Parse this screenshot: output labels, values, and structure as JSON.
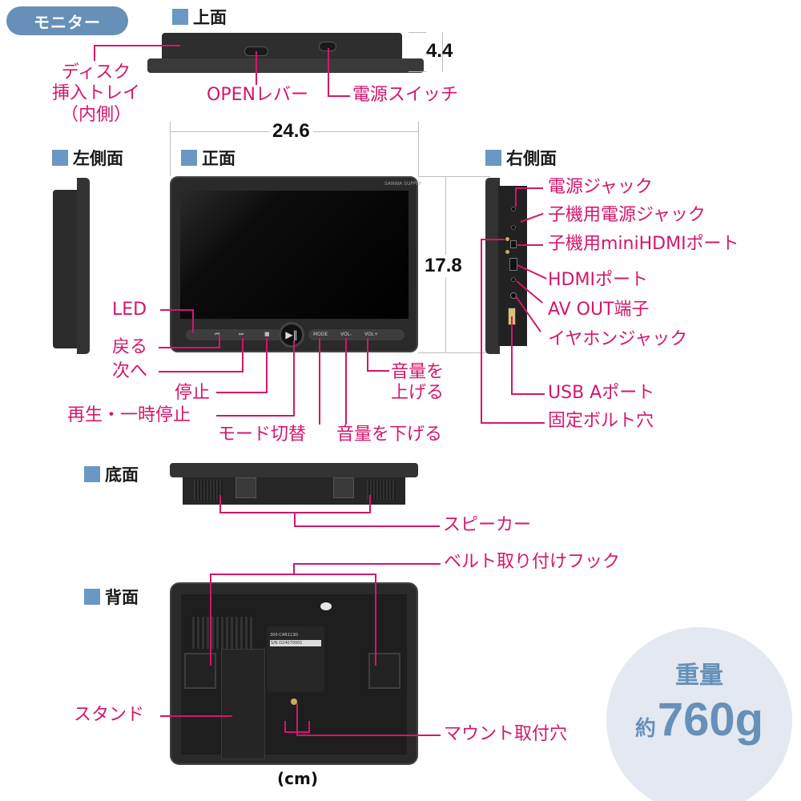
{
  "category_pill": "モニター",
  "unit": "(cm)",
  "colors": {
    "accent_pink": "#d4166c",
    "heading_blue": "#6a97c3",
    "pill_blue": "#6690b8",
    "weight_bg": "#e3e8f1"
  },
  "sections": {
    "top": "上面",
    "left_side": "左側面",
    "front": "正面",
    "right_side": "右側面",
    "bottom": "底面",
    "back": "背面"
  },
  "dimensions": {
    "width": "24.6",
    "height": "17.8",
    "depth": "4.4"
  },
  "top_labels": {
    "disc_tray_line1": "ディスク",
    "disc_tray_line2": "挿入トレイ",
    "disc_tray_line3": "（内側）",
    "open_lever": "OPENレバー",
    "power_switch": "電源スイッチ"
  },
  "front_labels": {
    "led": "LED",
    "back": "戻る",
    "next": "次へ",
    "stop": "停止",
    "play_pause": "再生・一時停止",
    "mode_switch": "モード切替",
    "vol_down": "音量を下げる",
    "vol_up_line1": "音量を",
    "vol_up_line2": "上げる"
  },
  "front_buttons": {
    "mode": "MODE",
    "vol_minus": "VOL-",
    "vol_plus": "VOL+",
    "brand": "SANWA SUPPLY"
  },
  "right_labels": {
    "power_jack": "電源ジャック",
    "sub_power_jack": "子機用電源ジャック",
    "sub_mini_hdmi": "子機用miniHDMIポート",
    "hdmi": "HDMIポート",
    "av_out": "AV OUT端子",
    "earphone": "イヤホンジャック",
    "usb_a": "USB Aポート",
    "bolt_hole": "固定ボルト穴"
  },
  "bottom_labels": {
    "speaker": "スピーカー"
  },
  "back_labels": {
    "belt_hook": "ベルト取り付けフック",
    "stand": "スタンド",
    "mount_hole": "マウント取付穴"
  },
  "back_sticker": {
    "model": "300-CAR113D",
    "serial": "S/N D24070001"
  },
  "weight": {
    "label": "重量",
    "prefix": "約",
    "value": "760g"
  }
}
